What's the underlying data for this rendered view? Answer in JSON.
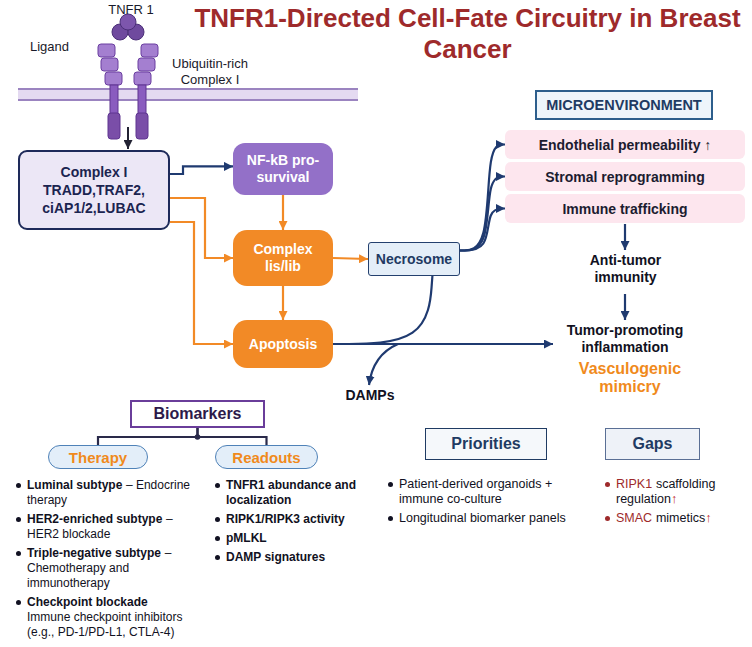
{
  "diagram": {
    "title": "TNFR1-Directed Cell-Fate Circuitry in Breast Cancer",
    "nodes": [
      {
        "text": [
          "Complex I TRADD,TRAF2, ciAP1/2,LUBAC"
        ]
      },
      {
        "text": [
          "NF-kB pro-survival"
        ]
      },
      {
        "text": [
          "Complex lis/lib"
        ]
      },
      {
        "text": [
          "Apoptosis"
        ]
      },
      {
        "text": [
          "Necrosome"
        ]
      },
      {
        "text": [
          "MICROENVIRONMENT"
        ]
      },
      {
        "text": [
          "Endothelial permeability ↑"
        ]
      },
      {
        "text": [
          "Stromal reprogramming"
        ]
      },
      {
        "text": [
          "Immune trafficking"
        ]
      },
      {
        "text": [
          "Biomarkers"
        ]
      },
      {
        "text": [
          "Therapy"
        ]
      },
      {
        "text": [
          "Readouts"
        ]
      },
      {
        "text": [
          "Priorities"
        ]
      },
      {
        "text": [
          "Gaps"
        ]
      }
    ],
    "edges": [
      {
        "from": 0,
        "to": 1,
        "arrow": "to"
      },
      {
        "from": 0,
        "to": 2,
        "arrow": "to"
      },
      {
        "from": 0,
        "to": 3,
        "arrow": "to"
      },
      {
        "from": 1,
        "to": 2,
        "arrow": "to"
      },
      {
        "from": 2,
        "to": 3,
        "arrow": "to"
      },
      {
        "from": 2,
        "to": 4,
        "arrow": "to"
      },
      {
        "from": 4,
        "to": 6,
        "arrow": "to"
      },
      {
        "from": 4,
        "to": 7,
        "arrow": "to"
      },
      {
        "from": 4,
        "to": 8,
        "arrow": "to"
      },
      {
        "from": 3,
        "to": 4,
        "arrow": "none"
      },
      {
        "from": 9,
        "to": 10,
        "arrow": "none"
      },
      {
        "from": 9,
        "to": 11,
        "arrow": "none"
      }
    ],
    "labels": [
      "Ligand",
      "TNFR 1",
      "Ubiquitin-rich Complex I",
      "Anti-tumor immunity",
      "Tumor-promoting inflammation",
      "Vasculogenic mimicry",
      "DAMPs",
      "Luminal subtype",
      "– Endocrine therapy",
      "HER2-enriched subtype",
      "– HER2 blockade",
      "Triple-negative subtype",
      "– Chemotherapy and immunotherapy",
      "Checkpoint blockade",
      "Immune checkpoint inhibitors (e.g., PD-1/PD-L1, CTLA-4)",
      "TNFR1 abundance and localization",
      "RIPK1/RIPK3 activity",
      "pMLKL",
      "DAMP signatures",
      "Patient-derived organoids + immune co-culture",
      "Longitudinal biomarker panels",
      "RIPK1",
      "scaffolding regulation",
      "↑",
      "SMAC",
      "mimetics",
      "↑"
    ]
  }
}
